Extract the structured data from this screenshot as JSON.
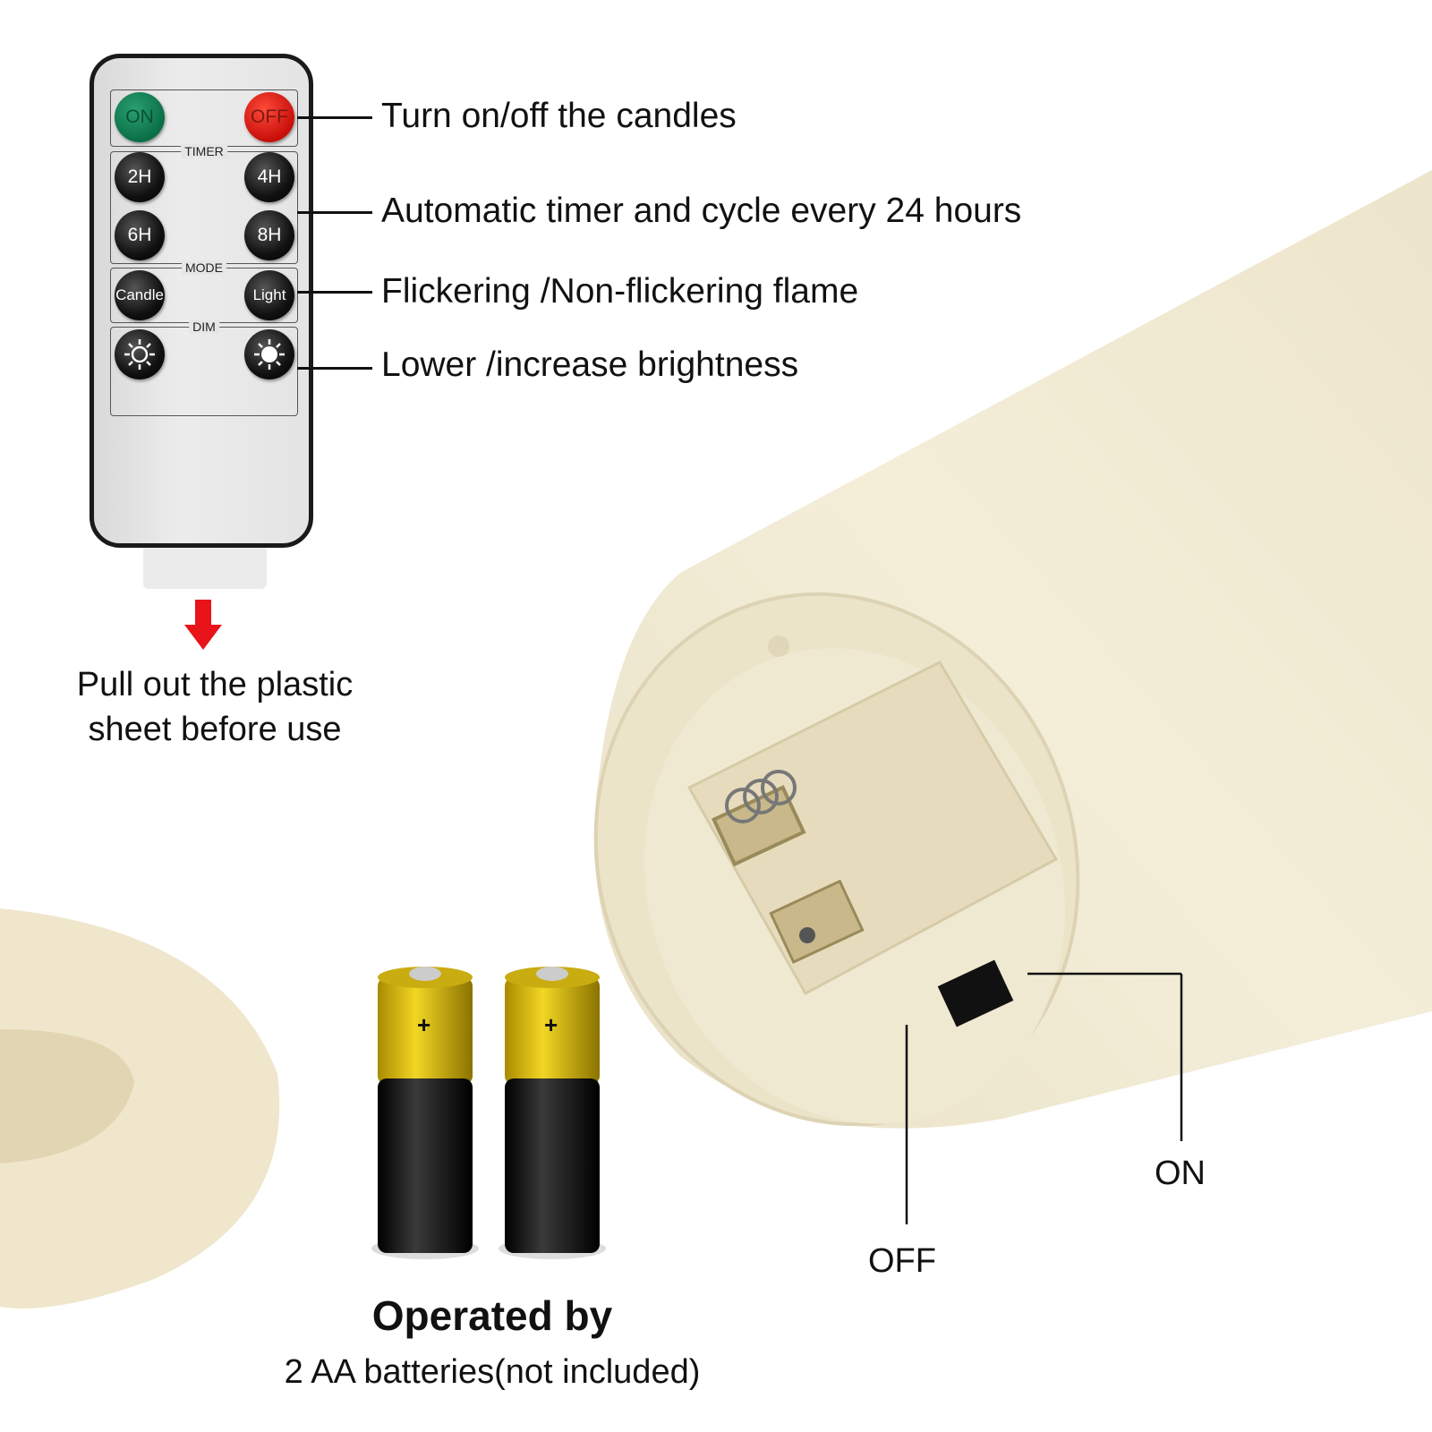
{
  "remote": {
    "buttons": {
      "on": "ON",
      "off": "OFF",
      "t2": "2H",
      "t4": "4H",
      "t6": "6H",
      "t8": "8H",
      "candle": "Candle",
      "light": "Light",
      "dim_down": "sun-outline-icon",
      "dim_up": "sun-filled-icon"
    },
    "sections": {
      "timer": "TIMER",
      "mode": "MODE",
      "dim": "DIM"
    }
  },
  "callouts": [
    "Turn on/off the candles",
    "Automatic timer and cycle every 24 hours",
    "Flickering /Non-flickering flame",
    "Lower /increase brightness"
  ],
  "pull_note": [
    "Pull out the plastic",
    "sheet before use"
  ],
  "battery": {
    "title": "Operated by",
    "subtitle": "2 AA batteries(not included)",
    "plus": "+"
  },
  "switch": {
    "on": "ON",
    "off": "OFF"
  },
  "colors": {
    "arrow": "#e8141a",
    "candle": "#f1ead3",
    "battery_top": "#e0c21a",
    "on_button": "#0f7a50",
    "off_button": "#d8160f"
  }
}
